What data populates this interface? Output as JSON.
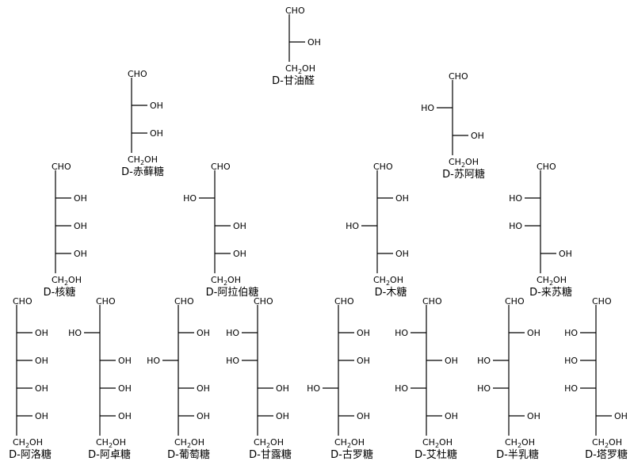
{
  "labels": {
    "top": "CHO",
    "oh": "OH",
    "ho": "HO",
    "bottom_main": "CH",
    "bottom_sub": "2",
    "bottom_tail": "OH"
  },
  "molecules": [
    {
      "name": "D-甘油醛",
      "config": [
        "R"
      ]
    },
    {
      "name": "D-赤藓糖",
      "config": [
        "R",
        "R"
      ]
    },
    {
      "name": "D-苏阿糖",
      "config": [
        "L",
        "R"
      ]
    },
    {
      "name": "D-核糖",
      "config": [
        "R",
        "R",
        "R"
      ]
    },
    {
      "name": "D-阿拉伯糖",
      "config": [
        "L",
        "R",
        "R"
      ]
    },
    {
      "name": "D-木糖",
      "config": [
        "R",
        "L",
        "R"
      ]
    },
    {
      "name": "D-来苏糖",
      "config": [
        "L",
        "L",
        "R"
      ]
    },
    {
      "name": "D-阿洛糖",
      "config": [
        "R",
        "R",
        "R",
        "R"
      ]
    },
    {
      "name": "D-阿卓糖",
      "config": [
        "L",
        "R",
        "R",
        "R"
      ]
    },
    {
      "name": "D-葡萄糖",
      "config": [
        "R",
        "L",
        "R",
        "R"
      ]
    },
    {
      "name": "D-甘露糖",
      "config": [
        "L",
        "L",
        "R",
        "R"
      ]
    },
    {
      "name": "D-古罗糖",
      "config": [
        "R",
        "R",
        "L",
        "R"
      ]
    },
    {
      "name": "D-艾杜糖",
      "config": [
        "L",
        "R",
        "L",
        "R"
      ]
    },
    {
      "name": "D-半乳糖",
      "config": [
        "R",
        "L",
        "L",
        "R"
      ]
    },
    {
      "name": "D-塔罗糖",
      "config": [
        "L",
        "L",
        "L",
        "R"
      ]
    }
  ]
}
